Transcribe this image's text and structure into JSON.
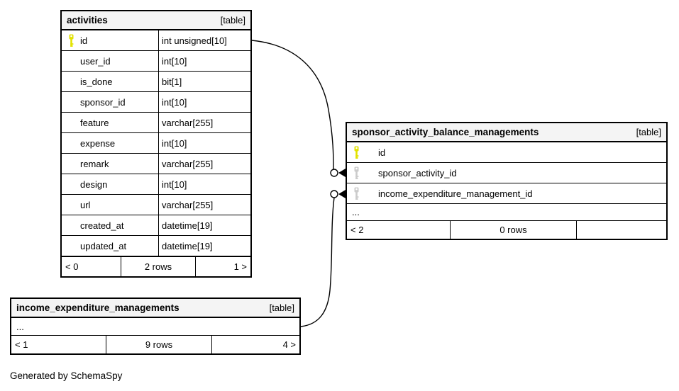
{
  "credit": "Generated by SchemaSpy",
  "colors": {
    "header_bg": "#f4f4f4",
    "border": "#000000",
    "primary_key": "#e2e200",
    "foreign_key": "#cccccc",
    "background": "#ffffff"
  },
  "icons": {
    "primary_key": "primary-key-icon",
    "foreign_key": "foreign-key-icon"
  },
  "tables": {
    "activities": {
      "name": "activities",
      "badge": "[table]",
      "columns": [
        {
          "name": "id",
          "type": "int unsigned[10]",
          "key": "primary"
        },
        {
          "name": "user_id",
          "type": "int[10]",
          "key": ""
        },
        {
          "name": "is_done",
          "type": "bit[1]",
          "key": ""
        },
        {
          "name": "sponsor_id",
          "type": "int[10]",
          "key": ""
        },
        {
          "name": "feature",
          "type": "varchar[255]",
          "key": ""
        },
        {
          "name": "expense",
          "type": "int[10]",
          "key": ""
        },
        {
          "name": "remark",
          "type": "varchar[255]",
          "key": ""
        },
        {
          "name": "design",
          "type": "int[10]",
          "key": ""
        },
        {
          "name": "url",
          "type": "varchar[255]",
          "key": ""
        },
        {
          "name": "created_at",
          "type": "datetime[19]",
          "key": ""
        },
        {
          "name": "updated_at",
          "type": "datetime[19]",
          "key": ""
        }
      ],
      "footer": {
        "children": "< 0",
        "rows": "2 rows",
        "parents": "1 >"
      }
    },
    "sponsor": {
      "name": "sponsor_activity_balance_managements",
      "badge": "[table]",
      "columns": [
        {
          "name": "id",
          "key": "primary"
        },
        {
          "name": "sponsor_activity_id",
          "key": "foreign"
        },
        {
          "name": "income_expenditure_management_id",
          "key": "foreign"
        }
      ],
      "ellipsis": "...",
      "footer": {
        "children": "< 2",
        "rows": "0 rows",
        "parents": ""
      }
    },
    "income": {
      "name": "income_expenditure_managements",
      "badge": "[table]",
      "ellipsis": "...",
      "footer": {
        "children": "< 1",
        "rows": "9 rows",
        "parents": "4 >"
      }
    }
  },
  "relationships": [
    {
      "from": "activities.id",
      "to": "sponsor_activity_balance_managements.sponsor_activity_id"
    },
    {
      "from": "income_expenditure_managements",
      "to": "sponsor_activity_balance_managements.income_expenditure_management_id"
    }
  ]
}
